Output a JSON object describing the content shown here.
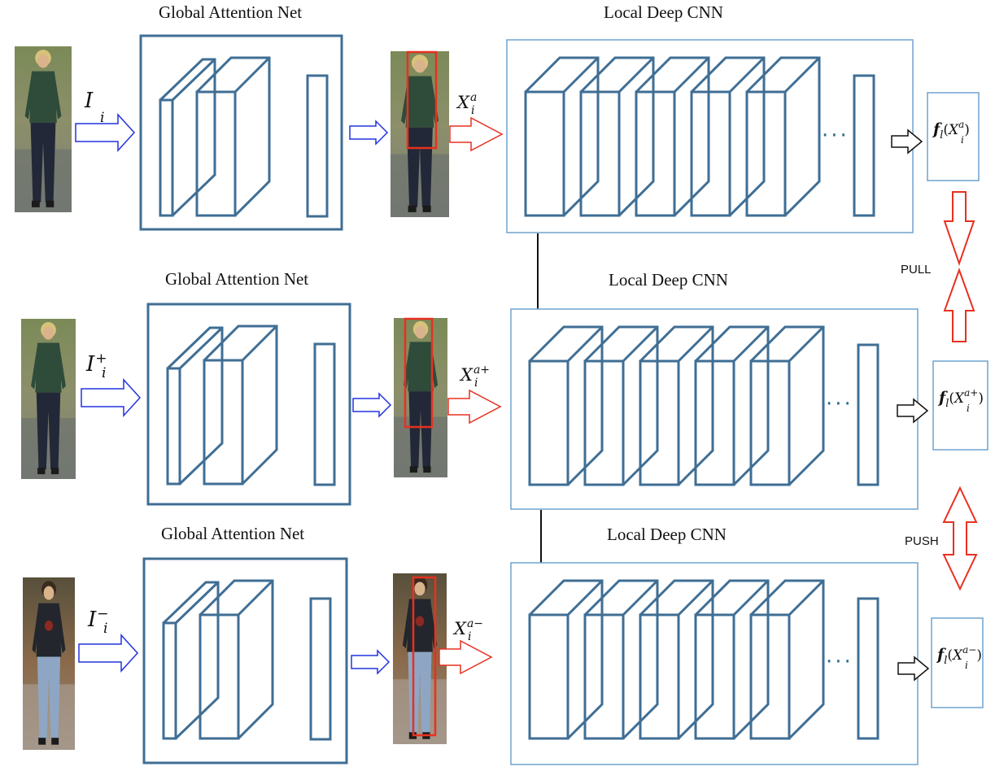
{
  "title": "",
  "labels": {
    "global_attention_net": "Global Attention Net",
    "local_deep_cnn": "Local Deep CNN",
    "pull": "PULL",
    "push": "PUSH",
    "ellipsis": "···"
  },
  "rows": [
    {
      "id": "anchor",
      "input_label": "I",
      "input_sub": "i",
      "input_sup": "",
      "crop_label": "X",
      "crop_sub": "i",
      "crop_sup": "a",
      "feature_fn": "f",
      "feature_fn_sub": "l",
      "feature_arg": "X",
      "feature_arg_sub": "i",
      "feature_arg_sup": "a"
    },
    {
      "id": "positive",
      "input_label": "I",
      "input_sub": "i",
      "input_sup": "+",
      "crop_label": "X",
      "crop_sub": "i",
      "crop_sup": "a+",
      "feature_fn": "f",
      "feature_fn_sub": "l",
      "feature_arg": "X",
      "feature_arg_sub": "i",
      "feature_arg_sup": "a+"
    },
    {
      "id": "negative",
      "input_label": "I",
      "input_sub": "i",
      "input_sup": "−",
      "crop_label": "X",
      "crop_sub": "i",
      "crop_sup": "a−",
      "feature_fn": "f",
      "feature_fn_sub": "l",
      "feature_arg": "X",
      "feature_arg_sub": "i",
      "feature_arg_sup": "a−"
    }
  ],
  "colors": {
    "network_stroke": "#3f6e94",
    "cnn_frame": "#6fa3cf",
    "blue_arrow": "#2233e0",
    "red_arrow": "#e83020",
    "black": "#111111"
  }
}
